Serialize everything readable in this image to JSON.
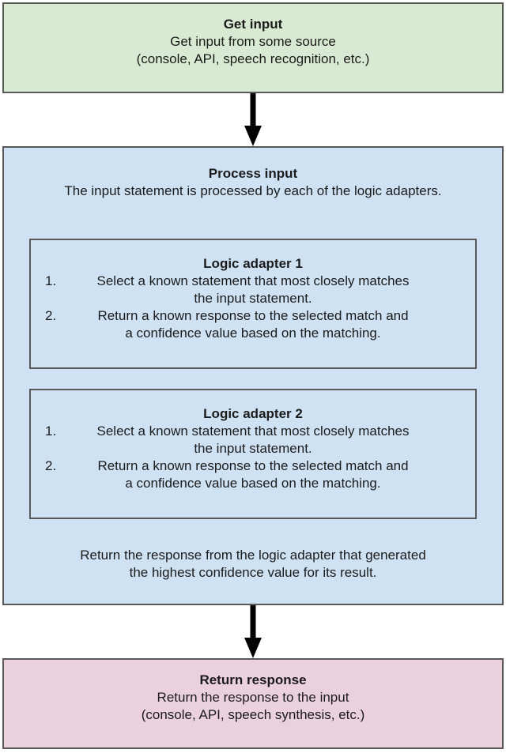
{
  "colors": {
    "get_input_fill": "#d9ead3",
    "process_fill": "#cfe2f3",
    "return_fill": "#ead1dc",
    "border": "#595959",
    "arrow": "#000000",
    "text": "#1b1b1b",
    "background": "#ffffff"
  },
  "flowchart": {
    "get_input": {
      "title": "Get input",
      "lines": [
        "Get input from some source",
        "(console, API, speech recognition, etc.)"
      ]
    },
    "process": {
      "title": "Process input",
      "subtitle": "The input statement is processed by each of the logic adapters.",
      "adapters": [
        {
          "title": "Logic adapter 1",
          "steps": [
            {
              "num": "1.",
              "lines": [
                "Select a known statement that most closely matches",
                "the input statement."
              ]
            },
            {
              "num": "2.",
              "lines": [
                "Return a known response to the selected match and",
                "a confidence value based on the matching."
              ]
            }
          ]
        },
        {
          "title": "Logic adapter 2",
          "steps": [
            {
              "num": "1.",
              "lines": [
                "Select a known statement that most closely matches",
                "the input statement."
              ]
            },
            {
              "num": "2.",
              "lines": [
                "Return a known response to the selected match and",
                "a confidence value based on the matching."
              ]
            }
          ]
        }
      ],
      "closing_lines": [
        "Return the response from the logic adapter that generated",
        "the highest confidence value for its result."
      ]
    },
    "return_response": {
      "title": "Return response",
      "lines": [
        "Return the response to the input",
        "(console, API, speech synthesis, etc.)"
      ]
    }
  }
}
